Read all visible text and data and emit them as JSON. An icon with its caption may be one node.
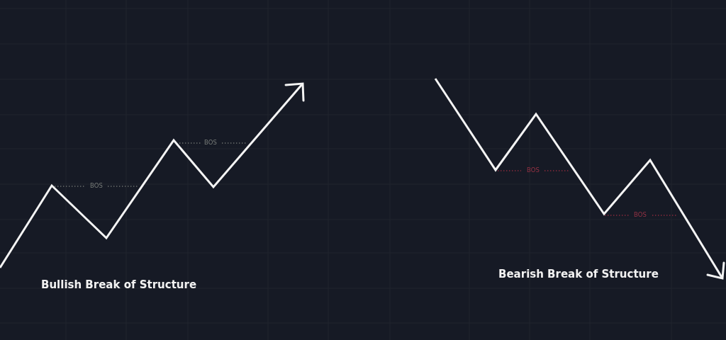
{
  "diagram": {
    "labels": [
      "BOS",
      "BOS",
      "Bullish Break of Structure",
      "BOS",
      "BOS",
      "Bearish Break of Structure"
    ]
  }
}
